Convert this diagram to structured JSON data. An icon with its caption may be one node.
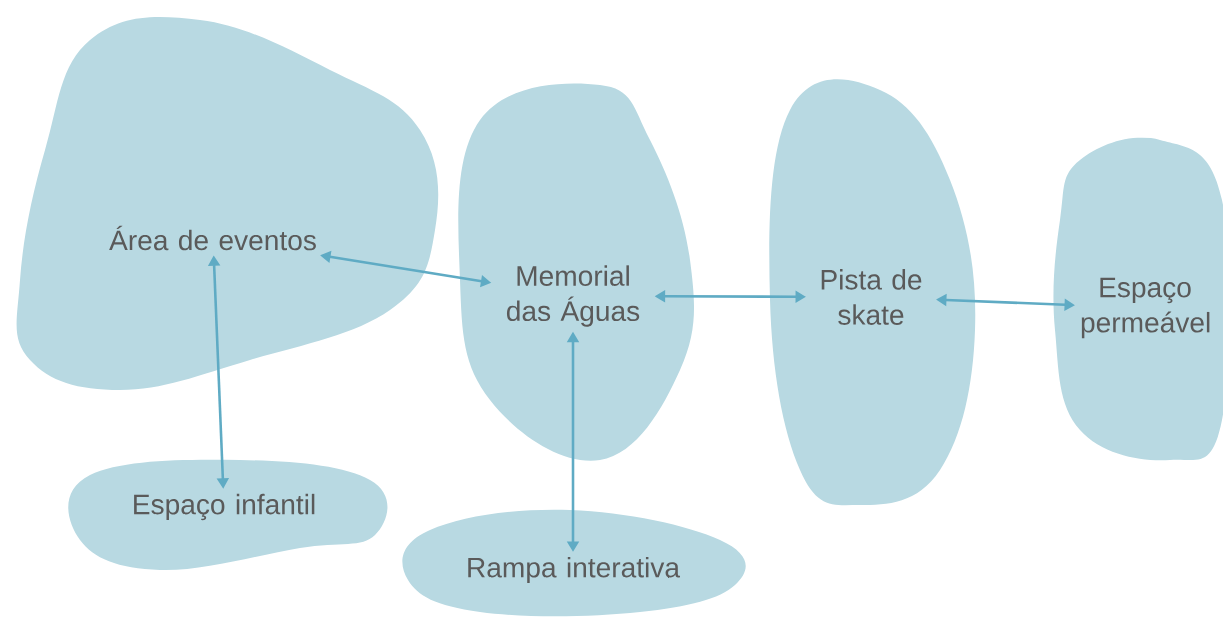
{
  "diagram": {
    "nodes": [
      {
        "text": [
          "Área de eventos"
        ]
      },
      {
        "text": [
          "Memorial das Águas"
        ]
      },
      {
        "text": [
          "Pista de skate"
        ]
      },
      {
        "text": [
          "Espaço permeável"
        ]
      },
      {
        "text": [
          "Espaço infantil"
        ]
      },
      {
        "text": [
          "Rampa interativa"
        ]
      }
    ],
    "edges": [
      {
        "from": 0,
        "to": 1,
        "arrow": "both"
      },
      {
        "from": 1,
        "to": 2,
        "arrow": "both"
      },
      {
        "from": 2,
        "to": 3,
        "arrow": "both"
      },
      {
        "from": 0,
        "to": 4,
        "arrow": "both"
      },
      {
        "from": 1,
        "to": 5,
        "arrow": "both"
      }
    ]
  }
}
